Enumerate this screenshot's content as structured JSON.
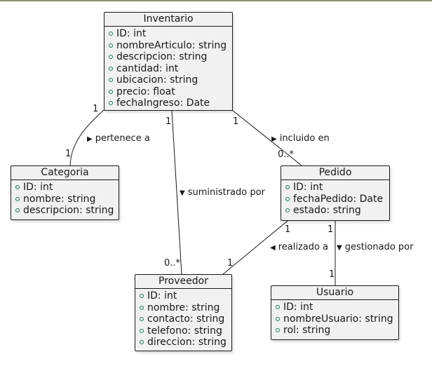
{
  "classes": {
    "inventario": {
      "name": "Inventario",
      "attrs": [
        "ID: int",
        "nombreArticulo: string",
        "descripcion: string",
        "cantidad: int",
        "ubicacion: string",
        "precio: float",
        "fechaIngreso: Date"
      ]
    },
    "categoria": {
      "name": "Categoria",
      "attrs": [
        "ID: int",
        "nombre: string",
        "descripcion: string"
      ]
    },
    "pedido": {
      "name": "Pedido",
      "attrs": [
        "ID: int",
        "fechaPedido: Date",
        "estado: string"
      ]
    },
    "proveedor": {
      "name": "Proveedor",
      "attrs": [
        "ID: int",
        "nombre: string",
        "contacto: string",
        "telefono: string",
        "direccion: string"
      ]
    },
    "usuario": {
      "name": "Usuario",
      "attrs": [
        "ID: int",
        "nombreUsuario: string",
        "rol: string"
      ]
    }
  },
  "relations": {
    "pertenece": {
      "label": "pertenece a",
      "arrow": "▶",
      "from_mult": "1",
      "to_mult": "1"
    },
    "suministrado": {
      "label": "suministrado por",
      "arrow": "▼",
      "from_mult": "1",
      "to_mult": "0..*"
    },
    "incluido": {
      "label": "incluido en",
      "arrow": "▶",
      "from_mult": "1",
      "to_mult": "0..*"
    },
    "realizado": {
      "label": "realizado a",
      "arrow": "◀",
      "from_mult": "1",
      "to_mult": "1"
    },
    "gestionado": {
      "label": "gestionado por",
      "arrow": "▼",
      "from_mult": "1",
      "to_mult": "1"
    }
  },
  "colors": {
    "class_fill": "#f1f1f1",
    "border": "#181818",
    "visibility_marker": "#1b7a4d"
  }
}
